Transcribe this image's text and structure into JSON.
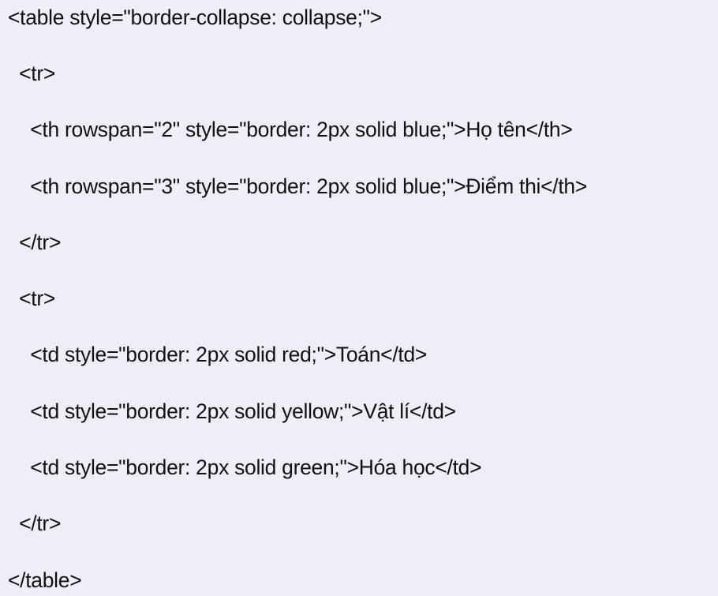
{
  "code_lines": [
    "<table style=\"border-collapse: collapse;\">",
    "  <tr>",
    "    <th rowspan=\"2\" style=\"border: 2px solid blue;\">Họ tên</th>",
    "    <th rowspan=\"3\" style=\"border: 2px solid blue;\">Điểm thi</th>",
    "  </tr>",
    "  <tr>",
    "    <td style=\"border: 2px solid red;\">Toán</td>",
    "    <td style=\"border: 2px solid yellow;\">Vật lí</td>",
    "    <td style=\"border: 2px solid green;\">Hóa học</td>",
    "  </tr>",
    "</table>"
  ]
}
